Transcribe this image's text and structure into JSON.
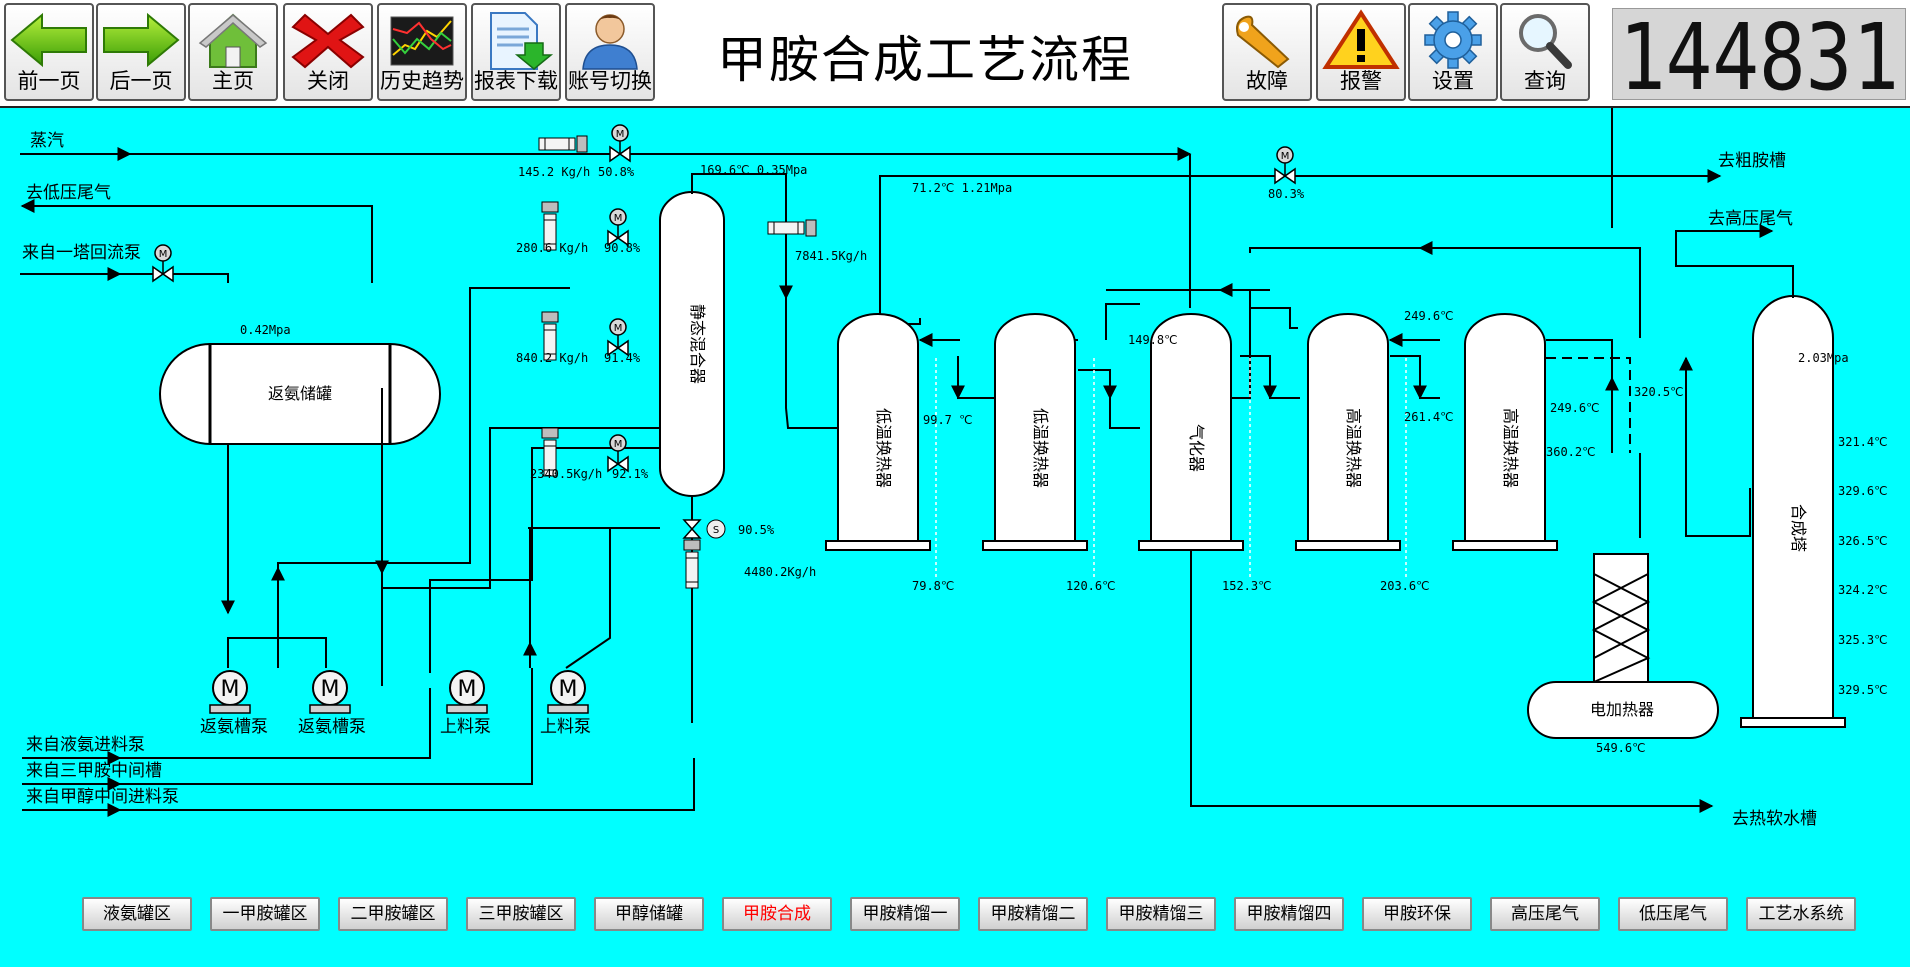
{
  "window": {
    "title": "甲胺合成工艺流程",
    "clock": "144831"
  },
  "toolbar": {
    "prev": "前一页",
    "next": "后一页",
    "home": "主页",
    "close": "关闭",
    "history": "历史趋势",
    "report": "报表下载",
    "account": "账号切换",
    "fault": "故障",
    "alarm": "报警",
    "settings": "设置",
    "query": "查询"
  },
  "flow": {
    "steam": "蒸汽",
    "to_low_tail": "去低压尾气",
    "from_tower1": "来自一塔回流泵",
    "to_crude_tank": "去粗胺槽",
    "to_high_tail": "去高压尾气",
    "from_liquid_ammonia": "来自液氨进料泵",
    "from_tma_tank": "来自三甲胺中间槽",
    "from_methanol": "来自甲醇中间进料泵",
    "to_hot_water": "去热软水槽"
  },
  "equipment": {
    "return_tank": "返氨储罐",
    "static_mixer": "静态混合器",
    "low_hx1": "低温换热器",
    "low_hx2": "低温换热器",
    "gasifier": "气化器",
    "high_hx1": "高温换热器",
    "high_hx2": "高温换热器",
    "synthesis_tower": "合成塔",
    "electric_heater": "电加热器",
    "pump1": "返氨槽泵",
    "pump2": "返氨槽泵",
    "pump3": "上料泵",
    "pump4": "上料泵"
  },
  "readings": {
    "steam_flow": "145.2 Kg/h",
    "steam_valve": "50.8%",
    "steam_tp": "169.6℃ 0.35Mpa",
    "crude_tp": "71.2℃ 1.21Mpa",
    "crude_valve": "80.3%",
    "tank_pressure": "0.42Mpa",
    "flow1": "280.6 Kg/h",
    "valve1": "90.8%",
    "flow2": "840.2 Kg/h",
    "valve2": "91.4%",
    "flow3": "2340.5Kg/h",
    "valve3": "92.1%",
    "mixer_flow": "7841.5Kg/h",
    "outlet_valve": "90.5%",
    "outlet_flow": "4480.2Kg/h",
    "t_lowhx_in": "99.7 ℃",
    "t_gasifier_top": "149.8℃",
    "t_return": "249.6℃",
    "t_high1": "261.4℃",
    "t_high2": "249.6℃",
    "t_360": "360.2℃",
    "t_heater_in": "320.5℃",
    "p_tower": "2.03Mpa",
    "t_79": "79.8℃",
    "t_120": "120.6℃",
    "t_152": "152.3℃",
    "t_203": "203.6℃",
    "t_heater": "549.6℃",
    "tower_temps": [
      "321.4℃",
      "329.6℃",
      "326.5℃",
      "324.2℃",
      "325.3℃",
      "329.5℃"
    ]
  },
  "nav": [
    "液氨罐区",
    "一甲胺罐区",
    "二甲胺罐区",
    "三甲胺罐区",
    "甲醇储罐",
    "甲胺合成",
    "甲胺精馏一",
    "甲胺精馏二",
    "甲胺精馏三",
    "甲胺精馏四",
    "甲胺环保",
    "高压尾气",
    "低压尾气",
    "工艺水系统"
  ],
  "nav_active_index": 5,
  "colors": {
    "background": "#00ffff",
    "active_nav": "#ff0000"
  }
}
